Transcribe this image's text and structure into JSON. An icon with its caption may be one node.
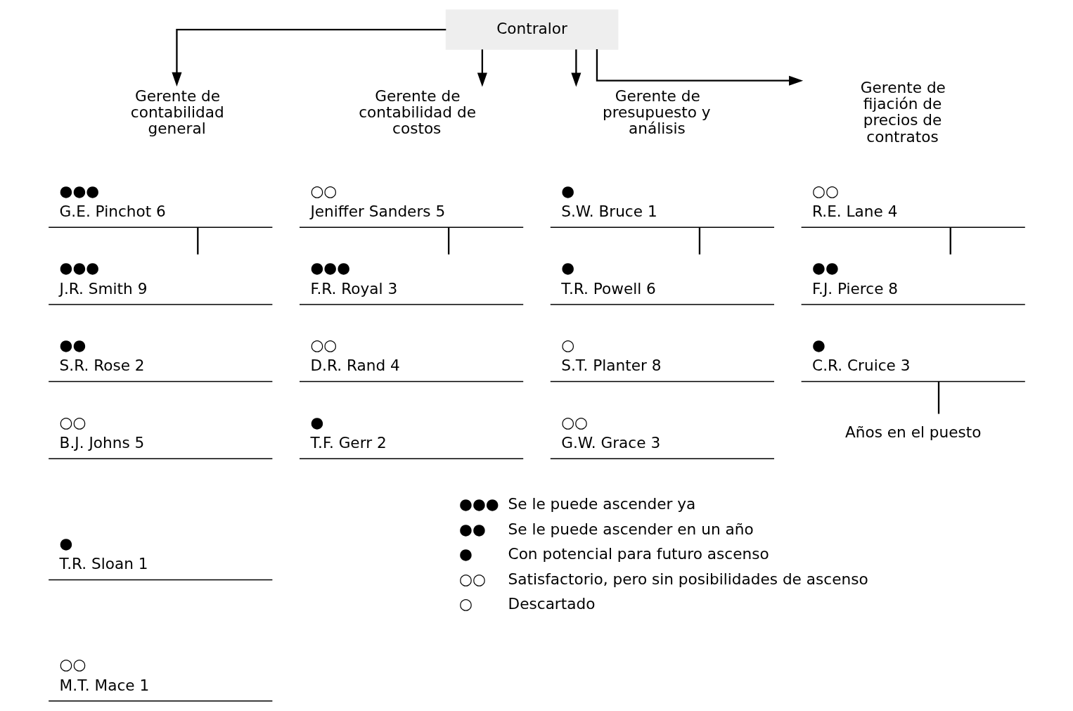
{
  "diagram": {
    "nodes": [
      {
        "text": [
          "Contralor"
        ]
      },
      {
        "text": [
          "Gerente de contabilidad general"
        ]
      },
      {
        "text": [
          "Gerente de contabilidad de costos"
        ]
      },
      {
        "text": [
          "Gerente de presupuesto y análisis"
        ]
      },
      {
        "text": [
          "Gerente de fijación de precios de contratos"
        ]
      },
      {
        "text": [
          "●●●",
          "G.E. Pinchot 6"
        ]
      },
      {
        "text": [
          "●●●",
          "J.R. Smith 9"
        ]
      },
      {
        "text": [
          "●●",
          "S.R. Rose 2"
        ]
      },
      {
        "text": [
          "○○",
          "B.J. Johns 5"
        ]
      },
      {
        "text": [
          "●",
          "T.R. Sloan 1"
        ]
      },
      {
        "text": [
          "○○",
          "M.T. Mace 1"
        ]
      },
      {
        "text": [
          "○○",
          "Jeniffer Sanders 5"
        ]
      },
      {
        "text": [
          "●●●",
          "F.R. Royal 3"
        ]
      },
      {
        "text": [
          "○○",
          "D.R. Rand 4"
        ]
      },
      {
        "text": [
          "●",
          "T.F. Gerr 2"
        ]
      },
      {
        "text": [
          "●",
          "S.W. Bruce 1"
        ]
      },
      {
        "text": [
          "●",
          "T.R. Powell 6"
        ]
      },
      {
        "text": [
          "○",
          "S.T. Planter 8"
        ]
      },
      {
        "text": [
          "○○",
          "G.W. Grace 3"
        ]
      },
      {
        "text": [
          "○○",
          "R.E. Lane 4"
        ]
      },
      {
        "text": [
          "●●",
          "F.J. Pierce 8"
        ]
      },
      {
        "text": [
          "●",
          "C.R. Cruice 3"
        ]
      },
      {
        "text": [
          "Años en el puesto"
        ]
      }
    ],
    "edges": [
      {
        "from": 0,
        "to": 1,
        "arrow": "to"
      },
      {
        "from": 0,
        "to": 2,
        "arrow": "to"
      },
      {
        "from": 0,
        "to": 3,
        "arrow": "to"
      },
      {
        "from": 0,
        "to": 4,
        "arrow": "to"
      },
      {
        "from": 5,
        "to": 6,
        "arrow": "none"
      },
      {
        "from": 11,
        "to": 12,
        "arrow": "none"
      },
      {
        "from": 15,
        "to": 16,
        "arrow": "none"
      },
      {
        "from": 19,
        "to": 20,
        "arrow": "none"
      },
      {
        "from": 22,
        "to": 21,
        "arrow": "none"
      }
    ],
    "labels": [
      "●●●",
      "Se le puede ascender ya",
      "●●",
      "Se le puede ascender en un año",
      "●",
      "Con potencial para futuro ascenso",
      "○○",
      "Satisfactorio, pero sin posibilidades de ascenso",
      "○",
      "Descartado"
    ]
  }
}
